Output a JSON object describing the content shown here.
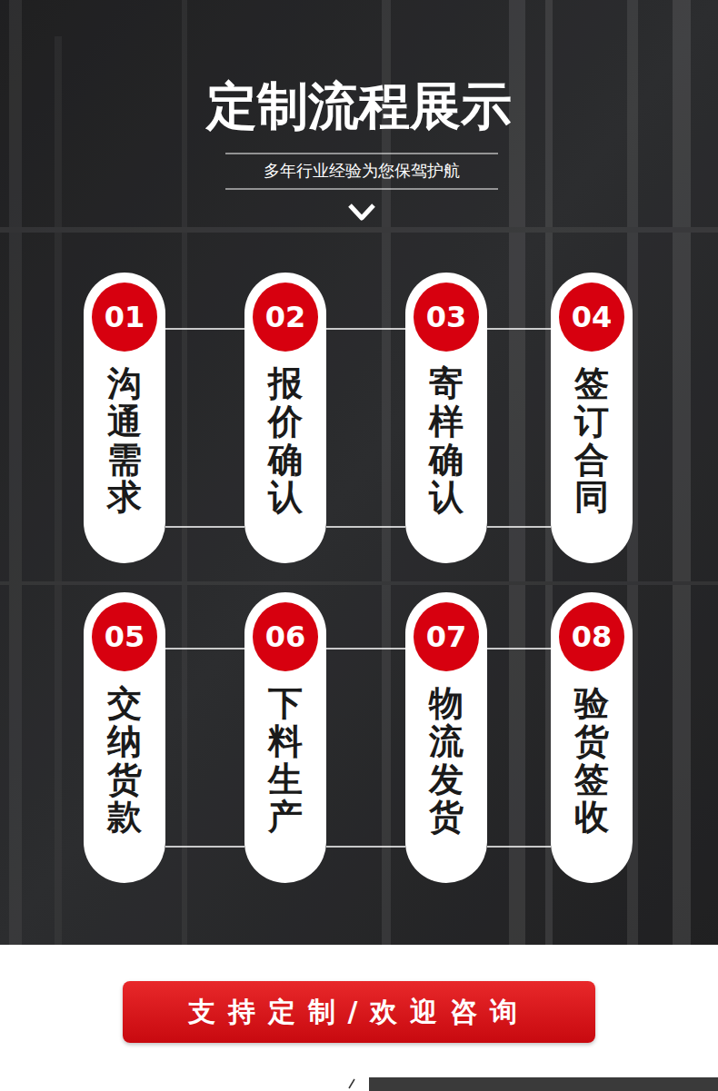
{
  "diagram": {
    "title": "定制流程展示",
    "nodes": [
      {
        "text": [
          "沟通需求"
        ]
      },
      {
        "text": [
          "01"
        ],
        "in": 0
      },
      {
        "text": [
          "报价确认"
        ]
      },
      {
        "text": [
          "02"
        ],
        "in": 2
      },
      {
        "text": [
          "寄样确认"
        ]
      },
      {
        "text": [
          "03"
        ],
        "in": 4
      },
      {
        "text": [
          "签订合同"
        ]
      },
      {
        "text": [
          "04"
        ],
        "in": 6
      },
      {
        "text": [
          "交纳货款"
        ]
      },
      {
        "text": [
          "05"
        ],
        "in": 8
      },
      {
        "text": [
          "下料生产"
        ]
      },
      {
        "text": [
          "06"
        ],
        "in": 10
      },
      {
        "text": [
          "物流发货"
        ]
      },
      {
        "text": [
          "07"
        ],
        "in": 12
      },
      {
        "text": [
          "验货签收"
        ]
      },
      {
        "text": [
          "08"
        ],
        "in": 14
      },
      {
        "text": [
          "支持定制/欢迎咨询"
        ]
      }
    ],
    "edges": [
      {
        "from": 0,
        "to": 2,
        "arrow": "none"
      },
      {
        "from": 0,
        "to": 2,
        "arrow": "none"
      },
      {
        "from": 2,
        "to": 4,
        "arrow": "none"
      },
      {
        "from": 2,
        "to": 4,
        "arrow": "none"
      },
      {
        "from": 4,
        "to": 6,
        "arrow": "none"
      },
      {
        "from": 4,
        "to": 6,
        "arrow": "none"
      },
      {
        "from": 8,
        "to": 10,
        "arrow": "none"
      },
      {
        "from": 8,
        "to": 10,
        "arrow": "none"
      },
      {
        "from": 10,
        "to": 12,
        "arrow": "none"
      },
      {
        "from": 10,
        "to": 12,
        "arrow": "none"
      },
      {
        "from": 12,
        "to": 14,
        "arrow": "none"
      },
      {
        "from": 12,
        "to": 14,
        "arrow": "none"
      }
    ],
    "labels": [
      "多年行业经验为您保驾护航"
    ]
  }
}
